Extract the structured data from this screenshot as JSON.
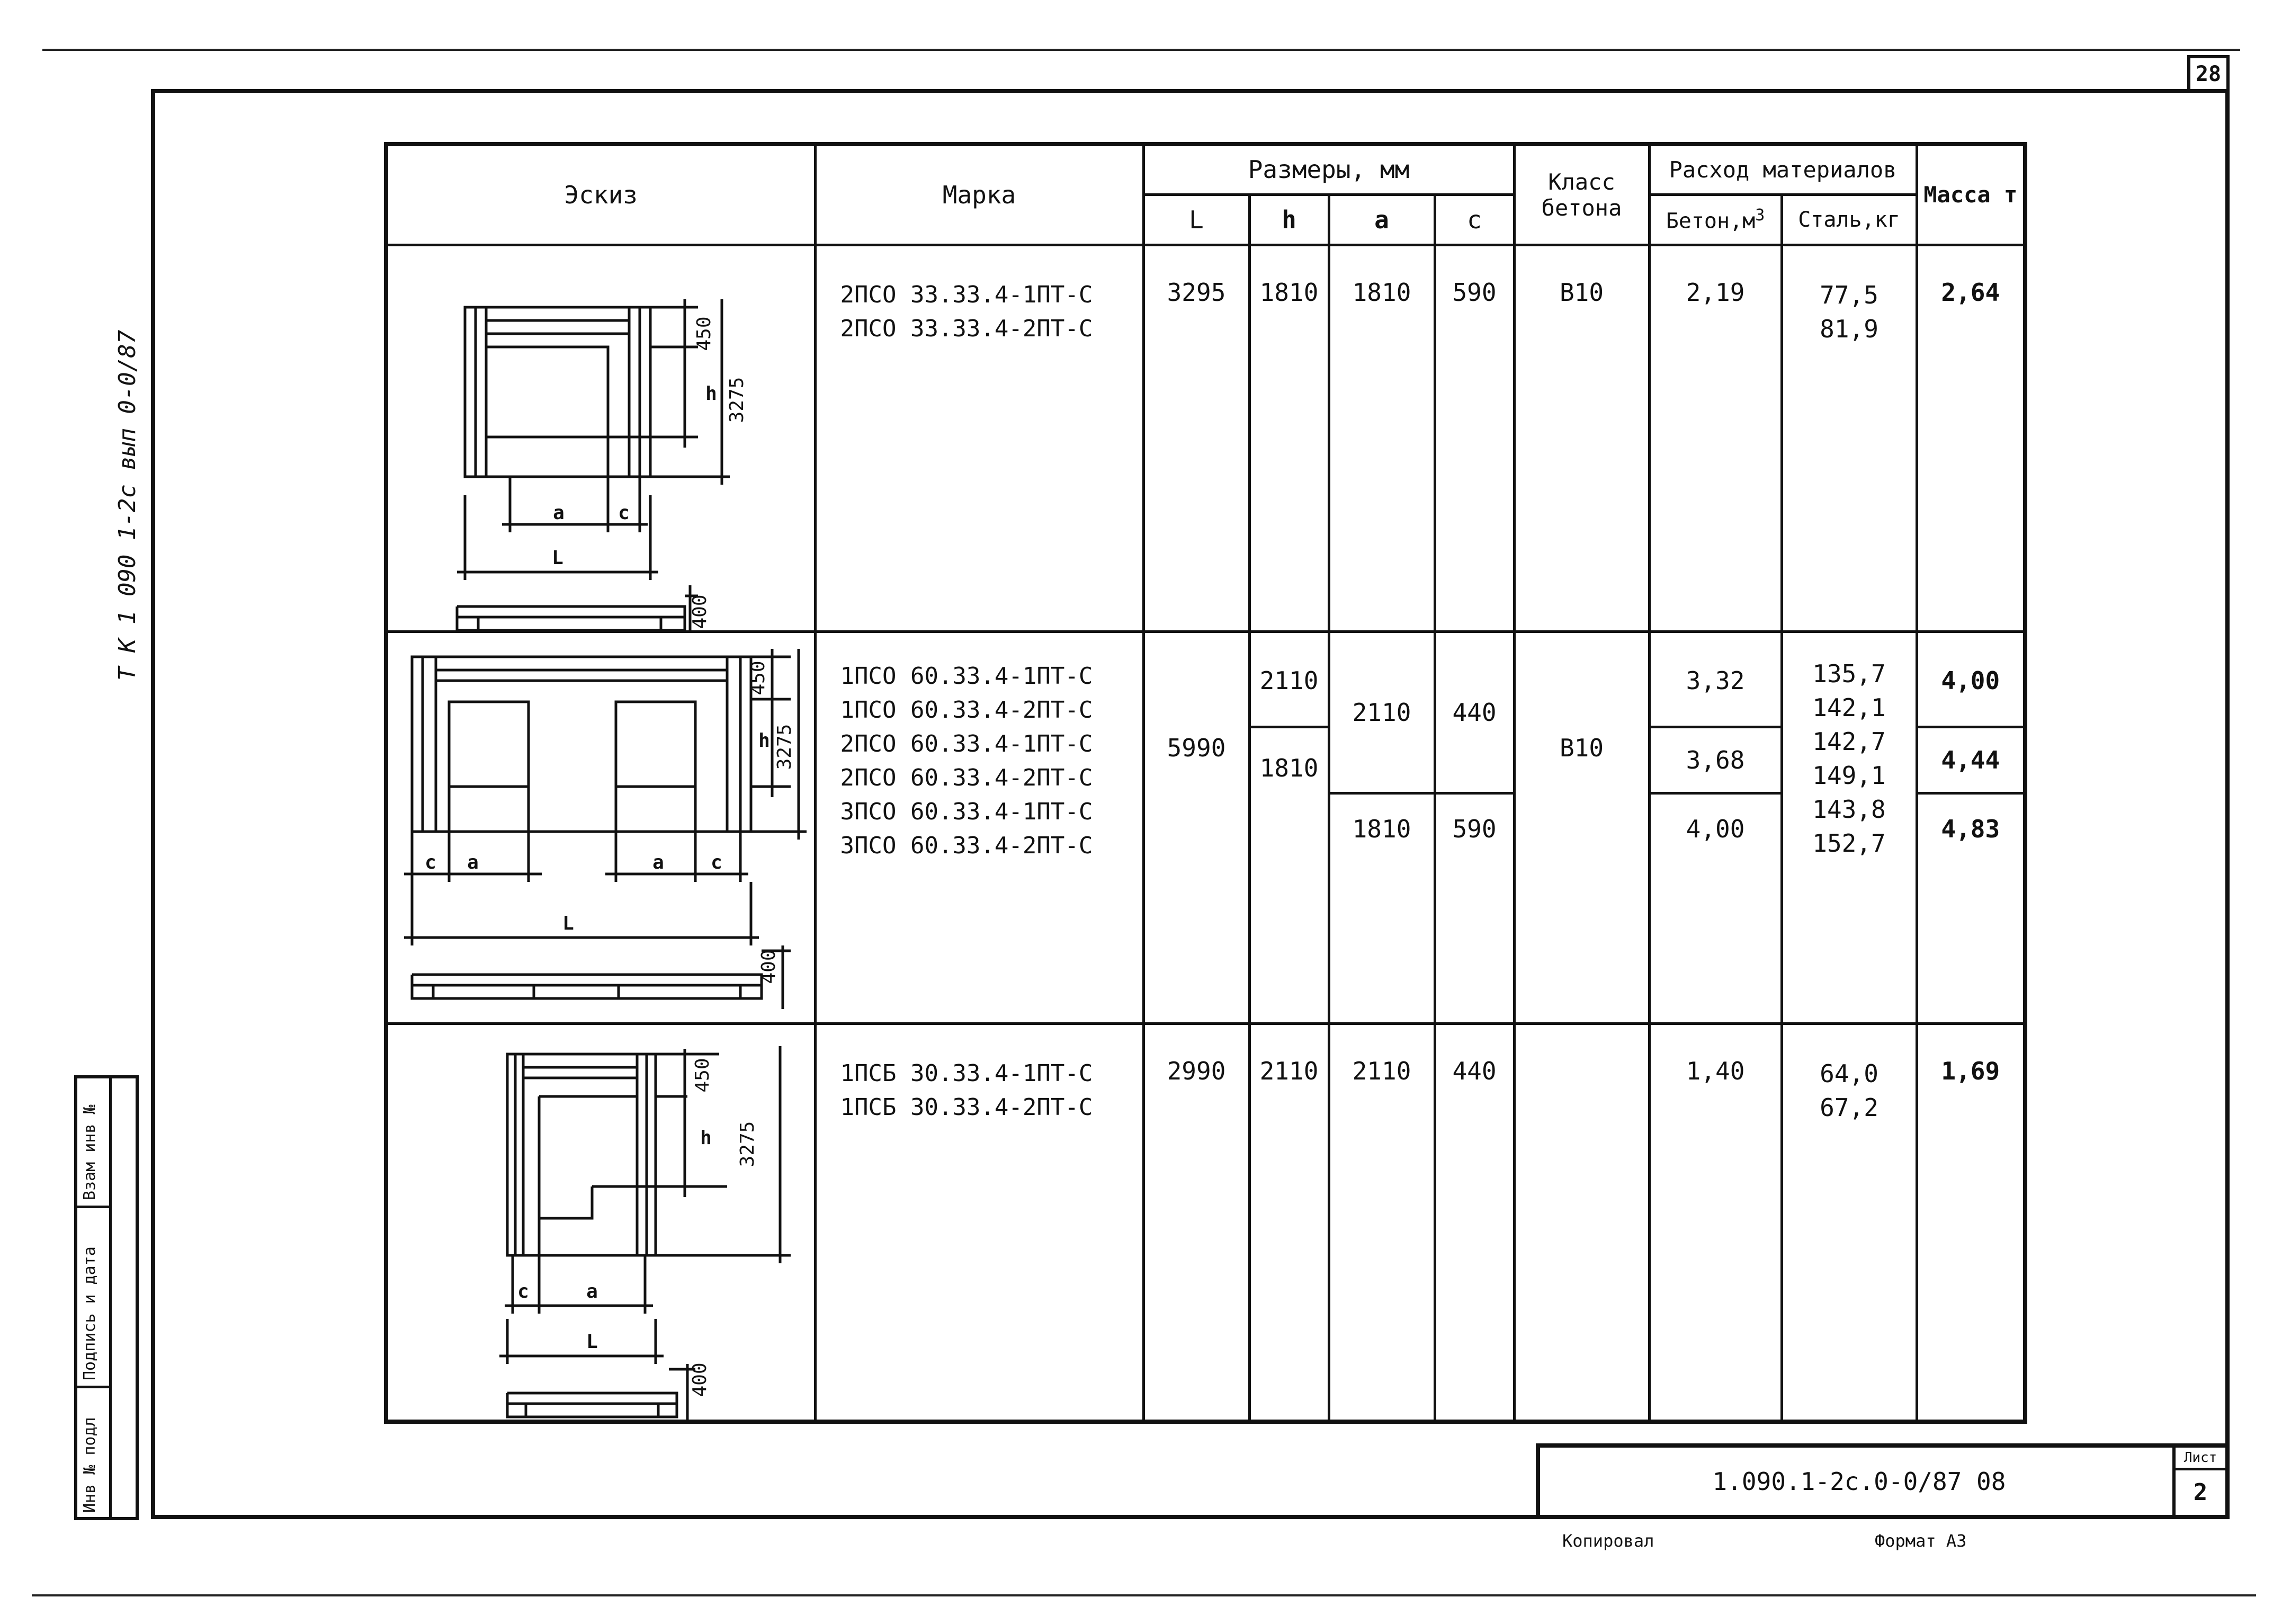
{
  "sheet_corner_number": "28",
  "vertical_title": "Т К 1 090 1-2с вып 0-0/87",
  "spine_labels": [
    "Инв № подл",
    "Подпись и дата",
    "Взам инв №"
  ],
  "table": {
    "headers": {
      "sketch": "Эскиз",
      "mark": "Марка",
      "dims": "Размеры, мм",
      "L": "L",
      "h": "h",
      "a": "a",
      "c": "c",
      "concrete_class": "Класс бетона",
      "consumption": "Расход материалов",
      "concrete_m3": "Бетон,м",
      "concrete_m3_sup": "3",
      "steel_kg": "Сталь,кг",
      "mass": "Масса т"
    },
    "rows": [
      {
        "marks": [
          "2ПСО 33.33.4-1ПТ-С",
          "2ПСО 33.33.4-2ПТ-С"
        ],
        "L": "3295",
        "h": "1810",
        "a": "1810",
        "c": "590",
        "class": "В10",
        "concrete": "2,19",
        "steel": [
          "77,5",
          "81,9"
        ],
        "mass": "2,64",
        "sketch_labels": {
          "d450": "450",
          "d3275": "3275",
          "dh": "h",
          "da": "a",
          "dc": "c",
          "dL": "L",
          "d400": "400"
        }
      },
      {
        "marks": [
          "1ПСО 60.33.4-1ПТ-С",
          "1ПСО 60.33.4-2ПТ-С",
          "2ПСО 60.33.4-1ПТ-С",
          "2ПСО 60.33.4-2ПТ-С",
          "3ПСО 60.33.4-1ПТ-С",
          "3ПСО 60.33.4-2ПТ-С"
        ],
        "L": "5990",
        "h": [
          "2110",
          "1810"
        ],
        "a": [
          "2110",
          "1810"
        ],
        "c": [
          "440",
          "590"
        ],
        "class": "В10",
        "concrete": [
          "3,32",
          "3,68",
          "4,00"
        ],
        "steel": [
          "135,7",
          "142,1",
          "142,7",
          "149,1",
          "143,8",
          "152,7"
        ],
        "mass": [
          "4,00",
          "4,44",
          "4,83"
        ],
        "sketch_labels": {
          "d450": "450",
          "d3275": "3275",
          "dh": "h",
          "da": "a",
          "dc": "c",
          "dL": "L",
          "d400": "400"
        }
      },
      {
        "marks": [
          "1ПСБ 30.33.4-1ПТ-С",
          "1ПСБ 30.33.4-2ПТ-С"
        ],
        "L": "2990",
        "h": "2110",
        "a": "2110",
        "c": "440",
        "class": "",
        "concrete": "1,40",
        "steel": [
          "64,0",
          "67,2"
        ],
        "mass": "1,69",
        "sketch_labels": {
          "d450": "450",
          "d3275": "3275",
          "dh": "h",
          "da": "a",
          "dc": "c",
          "dL": "L",
          "d400": "400"
        }
      }
    ]
  },
  "title_block": {
    "code": "1.090.1-2с.0-0/87 08",
    "sheet_label": "Лист",
    "sheet_number": "2"
  },
  "footer": {
    "copied": "Копировал",
    "format": "Формат А3"
  }
}
